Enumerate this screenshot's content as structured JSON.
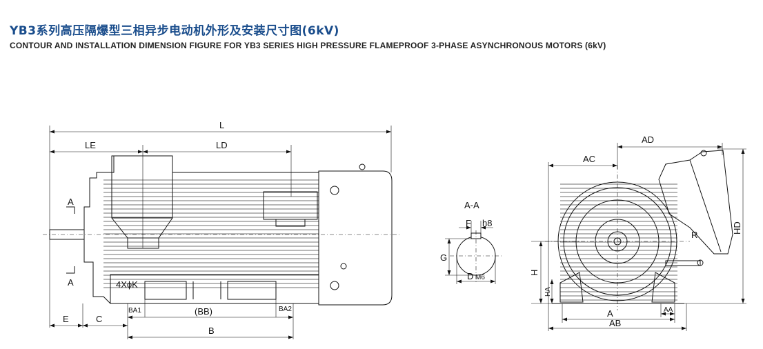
{
  "header": {
    "title_zh": "YB3系列高压隔爆型三相异步电动机外形及安装尺寸图(6kV)",
    "title_en": "CONTOUR AND INSTALLATION DIMENSION FIGURE FOR YB3 SERIES HIGH PRESSURE  FLAMEPROOF 3-PHASE ASYNCHRONOUS MOTORS (6kV)"
  },
  "side_view": {
    "dims": {
      "L": "L",
      "LE": "LE",
      "LD": "LD",
      "E": "E",
      "C": "C",
      "BA1": "BA1",
      "BB": "(BB)",
      "BA2": "BA2",
      "B": "B",
      "holes": "4XϕK"
    },
    "section_marks": {
      "top": "A",
      "bottom": "A"
    }
  },
  "section_view": {
    "title": "A-A",
    "dims": {
      "F": "F",
      "h8": "h8",
      "G": "G",
      "D": "D",
      "M6": "M6"
    }
  },
  "end_view": {
    "dims": {
      "AD": "AD",
      "AC": "AC",
      "HD": "HD",
      "R": "R",
      "H": "H",
      "HA": "HA",
      "A": "A",
      "AA": "AA",
      "AB": "AB"
    }
  }
}
